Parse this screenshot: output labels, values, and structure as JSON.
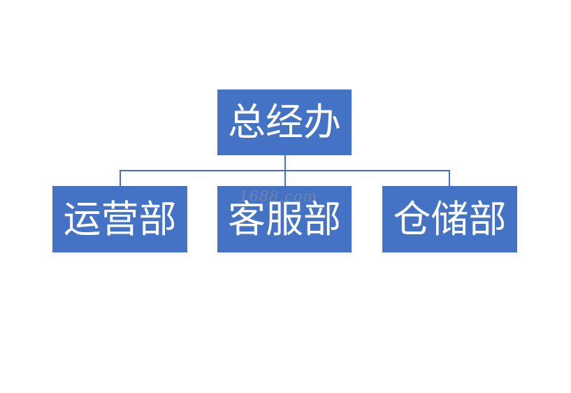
{
  "org_chart": {
    "root": {
      "label": "总经办"
    },
    "children": [
      {
        "label": "运营部"
      },
      {
        "label": "客服部"
      },
      {
        "label": "仓储部"
      }
    ]
  },
  "watermark": {
    "text": "1688.com"
  },
  "colors": {
    "node_fill": "#4472c4",
    "node_text": "#ffffff",
    "connector": "#4a6fb0"
  }
}
